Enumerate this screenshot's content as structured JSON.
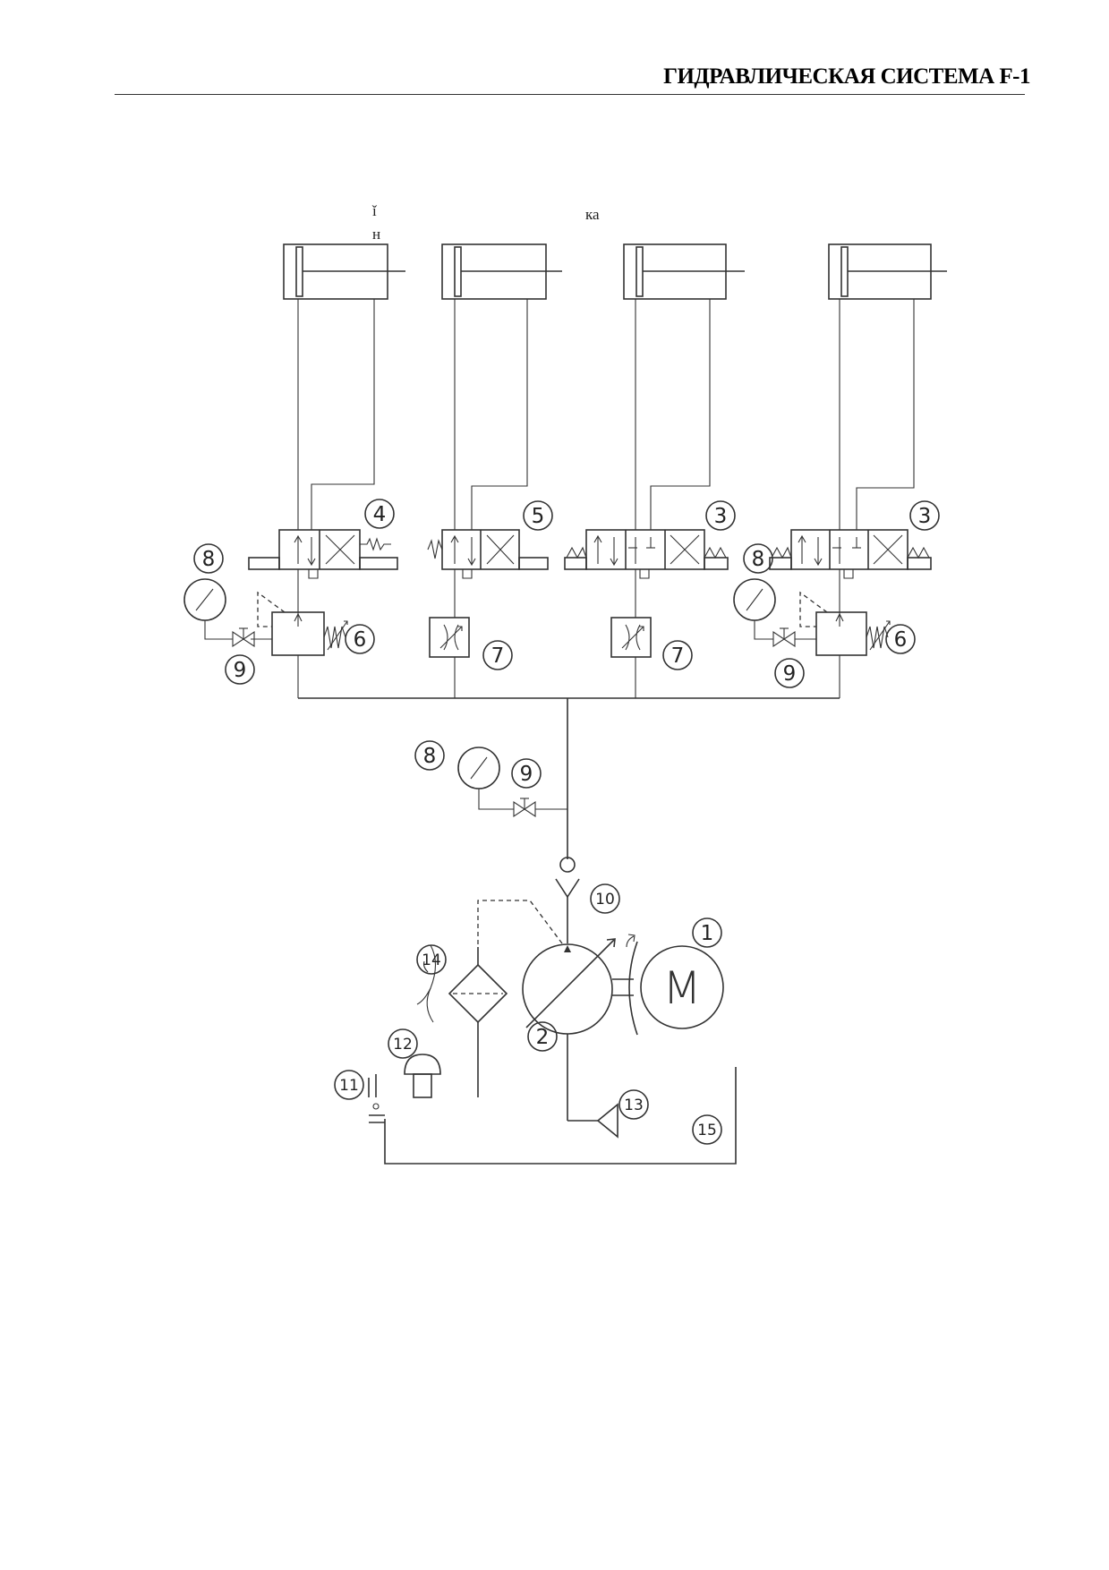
{
  "header": {
    "title": "ГИДРАВЛИЧЕСКАЯ СИСТЕМА F-1"
  },
  "notes": {
    "note_1_top": "ǐ",
    "note_1_bottom": "н",
    "note_2": "ка"
  },
  "callouts": {
    "c1": "1",
    "c2": "2",
    "c3": "3",
    "c4": "4",
    "c5": "5",
    "c6": "6",
    "c7": "7",
    "c8": "8",
    "c9": "9",
    "c10": "10",
    "c11": "11",
    "c12": "12",
    "c13": "13",
    "c14": "14",
    "c15": "15"
  },
  "motor_letter": "M"
}
